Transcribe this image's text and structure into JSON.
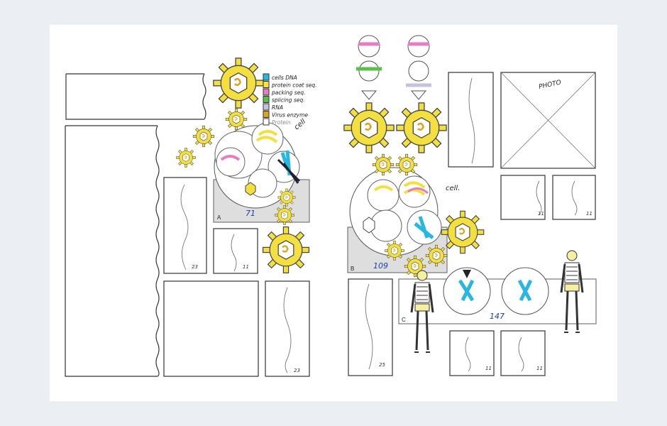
{
  "legend": {
    "items": [
      {
        "label": "cells DNA",
        "color": "#29b6e0"
      },
      {
        "label": "protein coat seq.",
        "color": "#f3e53b"
      },
      {
        "label": "packing seq.",
        "color": "#e47ec4"
      },
      {
        "label": "splicing seq.",
        "color": "#5cbf4a"
      },
      {
        "label": "RNA",
        "color": "#c8c0e0"
      },
      {
        "label": "Virus enzyme",
        "color": "#d9a520"
      },
      {
        "label": "Protein",
        "color": "#ffffff"
      }
    ]
  },
  "labels": {
    "cell_left": "cell",
    "cell_right": "cell.",
    "photo": "PHOTO",
    "panel_a": "A",
    "panel_b": "B",
    "panel_c": "C",
    "num_71": "71",
    "num_109": "109",
    "num_147": "147"
  },
  "page_refs": [
    "23",
    "11",
    "23",
    "11",
    "11",
    "25",
    "11",
    "11"
  ],
  "colors": {
    "virus": "#f3e040",
    "dna": "#29b6e0",
    "ink": "#222222",
    "blue_ink": "#1a3fa8",
    "panel": "#dedede"
  }
}
